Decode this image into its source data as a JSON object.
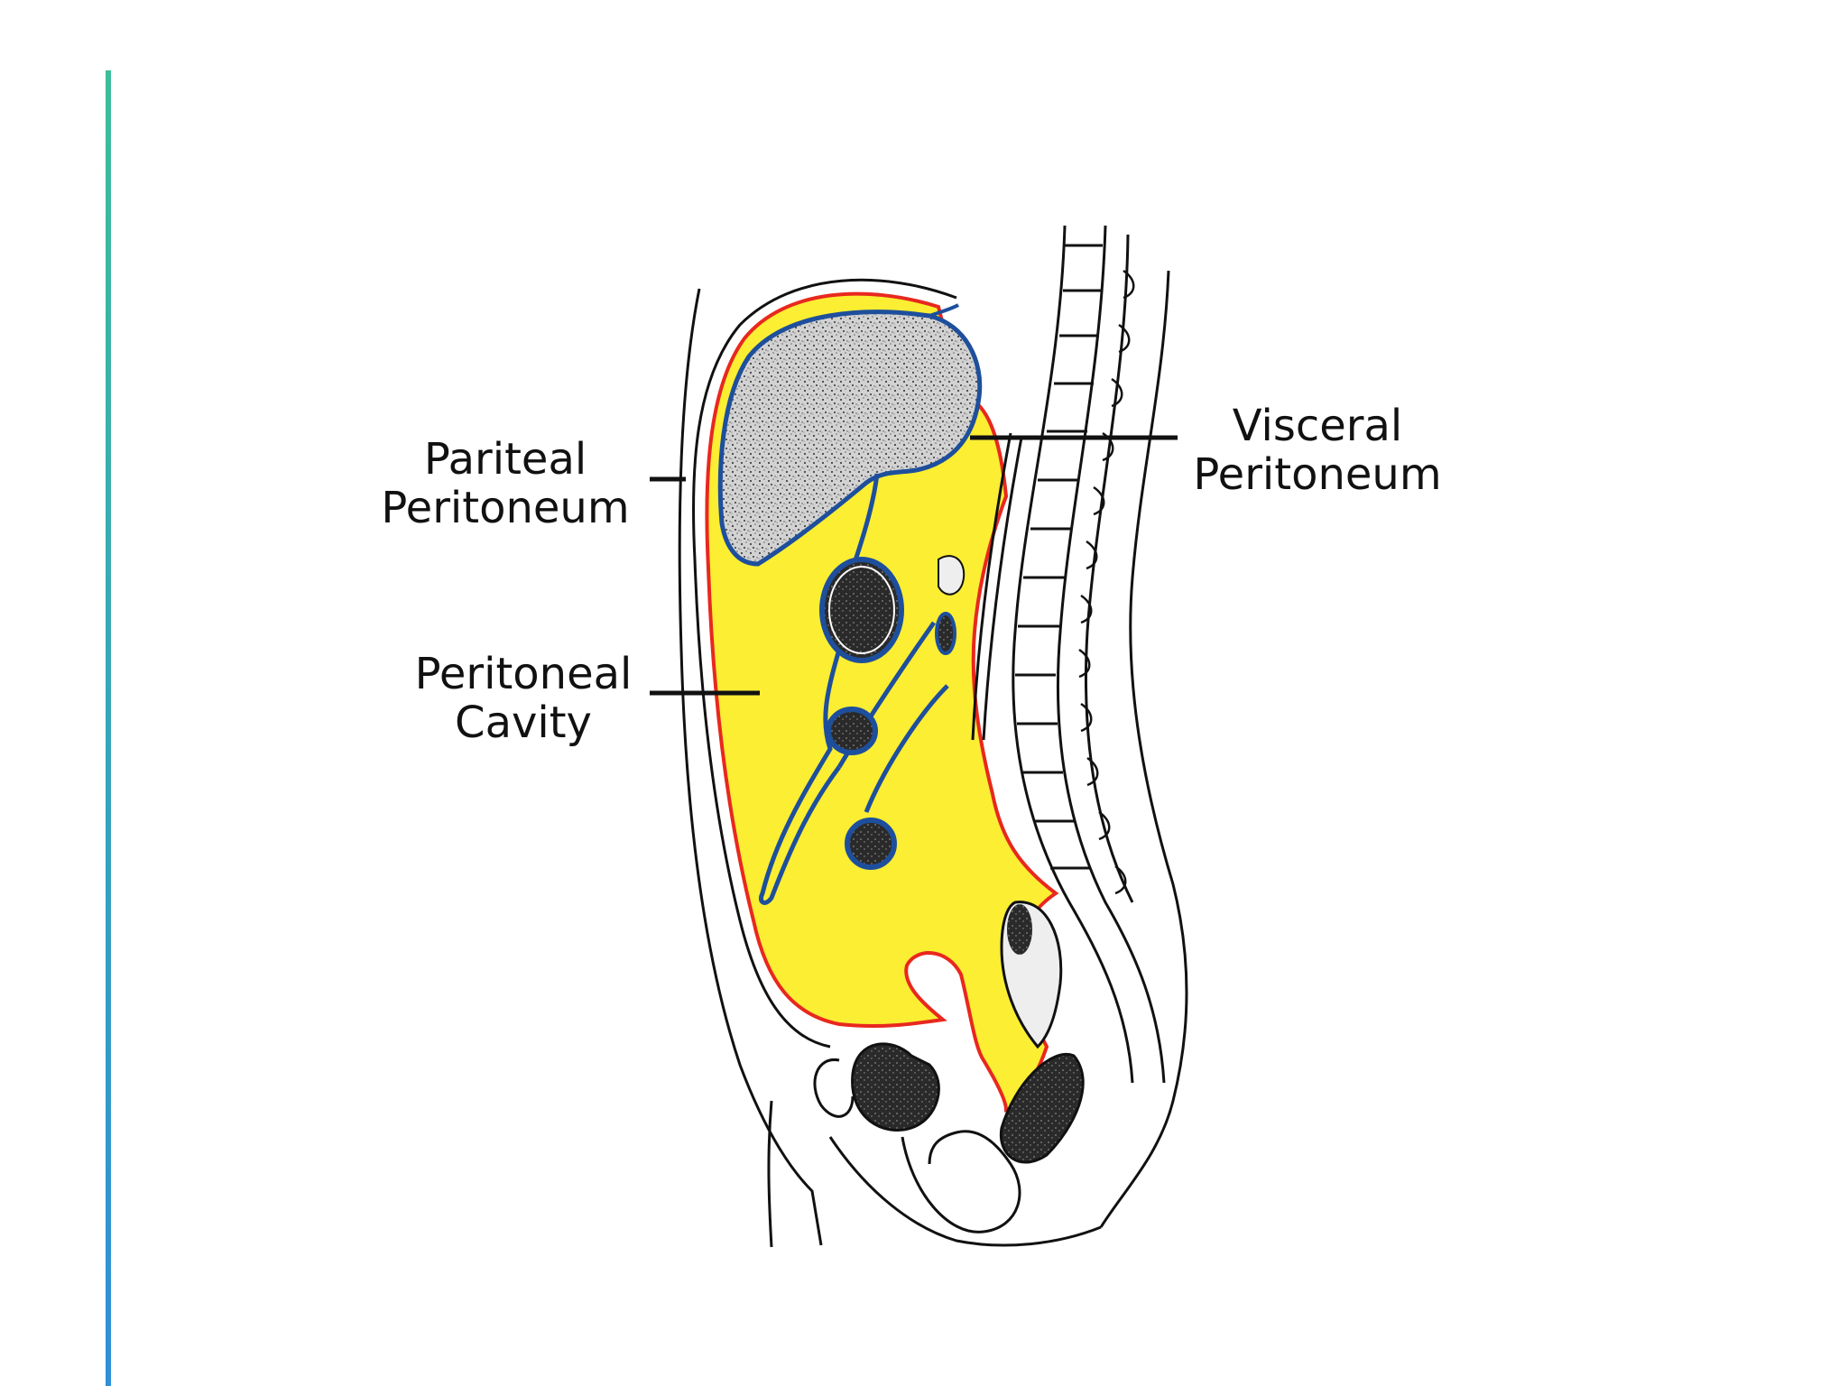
{
  "colors": {
    "accent_top": "#3dbd9a",
    "accent_bottom": "#2f8fd8",
    "cavity_fill": "#fbee33",
    "parietal_line": "#e8281e",
    "visceral_line": "#1e4f9c",
    "organ_fill": "#c9c9c9",
    "ink": "#111111"
  },
  "labels": {
    "parietal": {
      "line1": "Pariteal",
      "line2": "Peritoneum"
    },
    "cavity": {
      "line1": "Peritoneal",
      "line2": "Cavity"
    },
    "visceral": {
      "line1": "Visceral",
      "line2": "Peritoneum"
    }
  }
}
